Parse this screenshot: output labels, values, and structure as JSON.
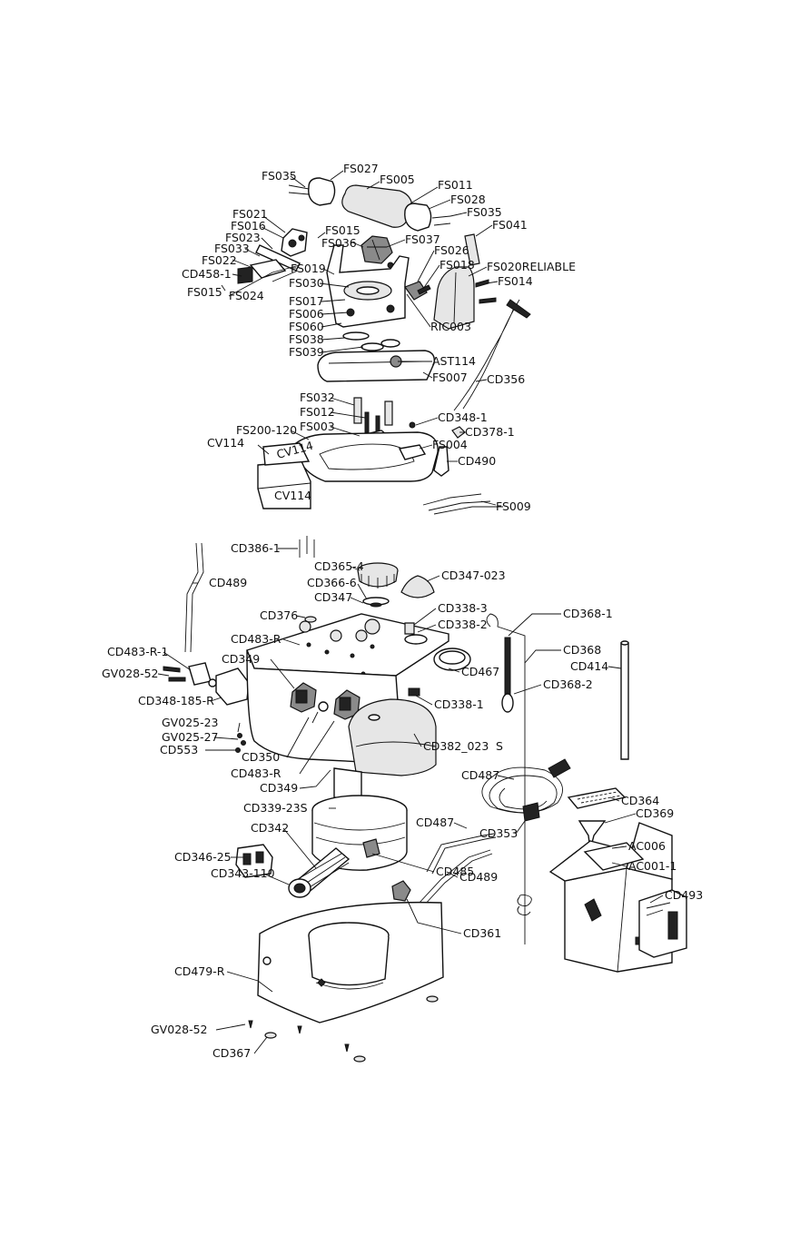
{
  "labels": {
    "FS035a": "FS035",
    "FS027": "FS027",
    "FS005": "FS005",
    "FS011": "FS011",
    "FS028": "FS028",
    "FS035b": "FS035",
    "FS041": "FS041",
    "FS021": "FS021",
    "FS016": "FS016",
    "FS015a": "FS015",
    "FS036": "FS036",
    "FS037": "FS037",
    "FS023": "FS023",
    "FS033": "FS033",
    "FS026": "FS026",
    "FS022": "FS022",
    "FS018": "FS018",
    "FS020": "FS020RELIABLE",
    "FS019": "FS019",
    "CD458": "CD458-1",
    "FS014": "FS014",
    "FS030": "FS030",
    "FS015b": "FS015",
    "FS024": "FS024",
    "FS017": "FS017",
    "FS006": "FS006",
    "FS060": "FS060",
    "RIC003": "RIC003",
    "FS038": "FS038",
    "FS039": "FS039",
    "AST114": "AST114",
    "FS007": "FS007",
    "CD356": "CD356",
    "FS032": "FS032",
    "FS012": "FS012",
    "CD348": "CD348-1",
    "FS003": "FS003",
    "CD378": "CD378-1",
    "FS200": "FS200-120",
    "FS004": "FS004",
    "CV114": "CV114",
    "CD490": "CD490",
    "FS009": "FS009",
    "CD386": "CD386-1",
    "CD365": "CD365-4",
    "CD347_023": "CD347-023",
    "CD489a": "CD489",
    "CD366": "CD366-6",
    "CD347": "CD347",
    "CD376": "CD376",
    "CD338_3": "CD338-3",
    "CD368_1": "CD368-1",
    "CD338_2": "CD338-2",
    "CD483R": "CD483-R",
    "CD368": "CD368",
    "CD483R1": "CD483-R-1",
    "CD349a": "CD349",
    "CD414": "CD414",
    "GV028a": "GV028-52",
    "CD467": "CD467",
    "CD368_2": "CD368-2",
    "CD348_185": "CD348-185-R",
    "CD338_1": "CD338-1",
    "GV025_23": "GV025-23",
    "GV025_27": "GV025-27",
    "CD382": "CD382_023",
    "CD382s": "S",
    "CD553": "CD553",
    "CD350": "CD350",
    "CD483R_b": "CD483-R",
    "CD487a": "CD487",
    "CD349b": "CD349",
    "CD364": "CD364",
    "CD339": "CD339-23S",
    "CD369": "CD369",
    "CD487b": "CD487",
    "CD353": "CD353",
    "CD342": "CD342",
    "AC006": "AC006",
    "CD346": "CD346-25",
    "CD485": "CD485",
    "AC001": "AC001-1",
    "CD343": "CD343-110",
    "CD489b": "CD489",
    "CD493": "CD493",
    "CD361": "CD361",
    "CD479": "CD479-R",
    "GV028b": "GV028-52",
    "CD367": "CD367"
  },
  "box_print": {
    "cv114_top": "CV114",
    "cv114_front": "CV114"
  }
}
